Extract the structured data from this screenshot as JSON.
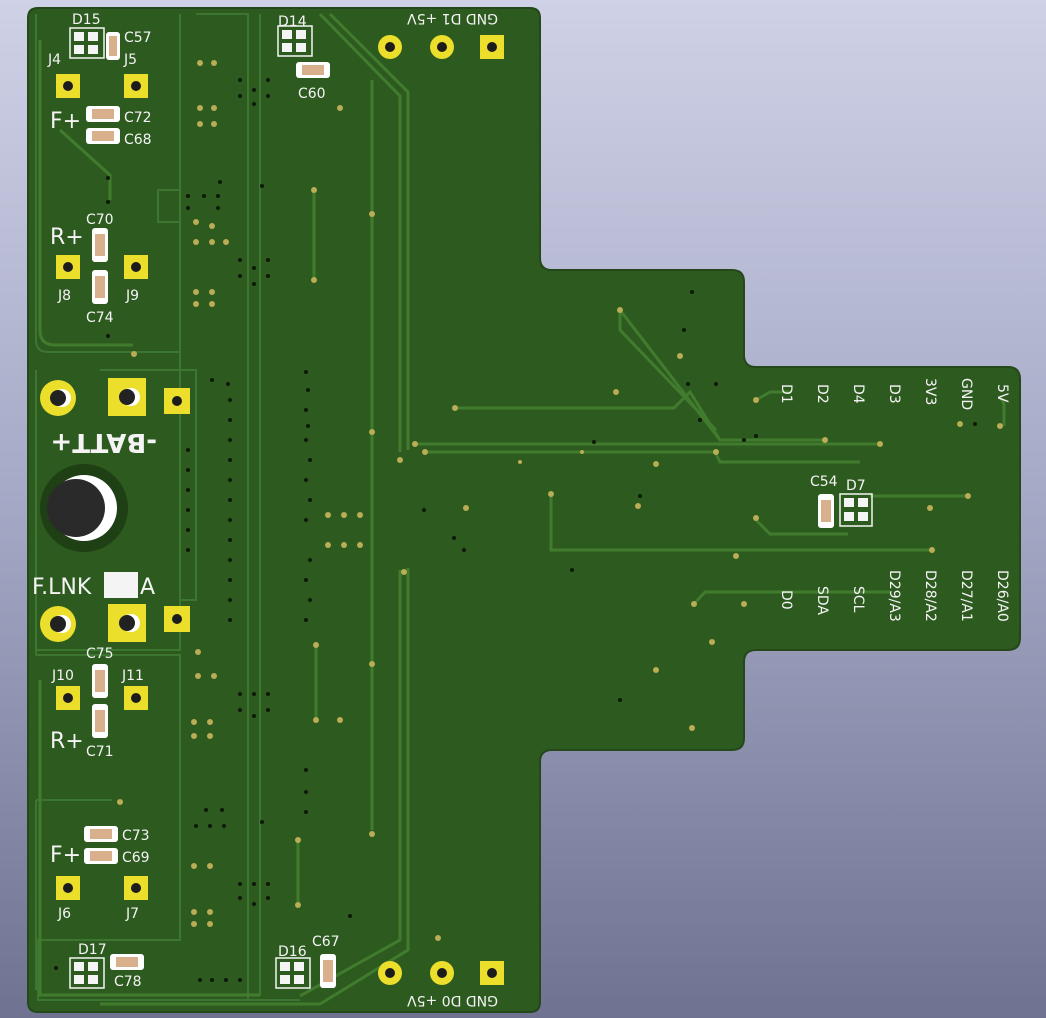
{
  "colors": {
    "board": "#2d5a1f",
    "board_light": "#3b6e2a",
    "trace": "#3f7a2c",
    "pad": "#ecdf2c",
    "silk": "#f4f4f4",
    "via": "#c8b85a",
    "cap_body": "#d9b08c",
    "cap_end": "#9a9a9a"
  },
  "silk_labels": {
    "d15": "D15",
    "c57": "C57",
    "j4": "J4",
    "j5": "J5",
    "f_plus_top": "F+",
    "c72": "C72",
    "c68": "C68",
    "r_plus_top": "R+",
    "c70": "C70",
    "j8": "J8",
    "j9": "J9",
    "c74": "C74",
    "batt": "-BATT+",
    "f_lnk": "F.LNK",
    "f_lnk_a": "A",
    "c75": "C75",
    "j10": "J10",
    "j11": "J11",
    "r_plus_bot": "R+",
    "c71": "C71",
    "c73": "C73",
    "f_plus_bot": "F+",
    "c69": "C69",
    "j6": "J6",
    "j7": "J7",
    "d17": "D17",
    "c78": "C78",
    "d16": "D16",
    "c67": "C67",
    "d14": "D14",
    "c60": "C60",
    "top_conn": "GND D1 +5V",
    "bot_conn": "GND D0 +5V",
    "c54": "C54",
    "d7": "D7"
  },
  "header_top_labels": [
    "D1",
    "D2",
    "D4",
    "D3",
    "3V3",
    "GND",
    "5V"
  ],
  "header_bottom_labels": [
    "D0",
    "SDA",
    "SCL",
    "D29/A3",
    "D28/A2",
    "D27/A1",
    "D26/A0"
  ]
}
